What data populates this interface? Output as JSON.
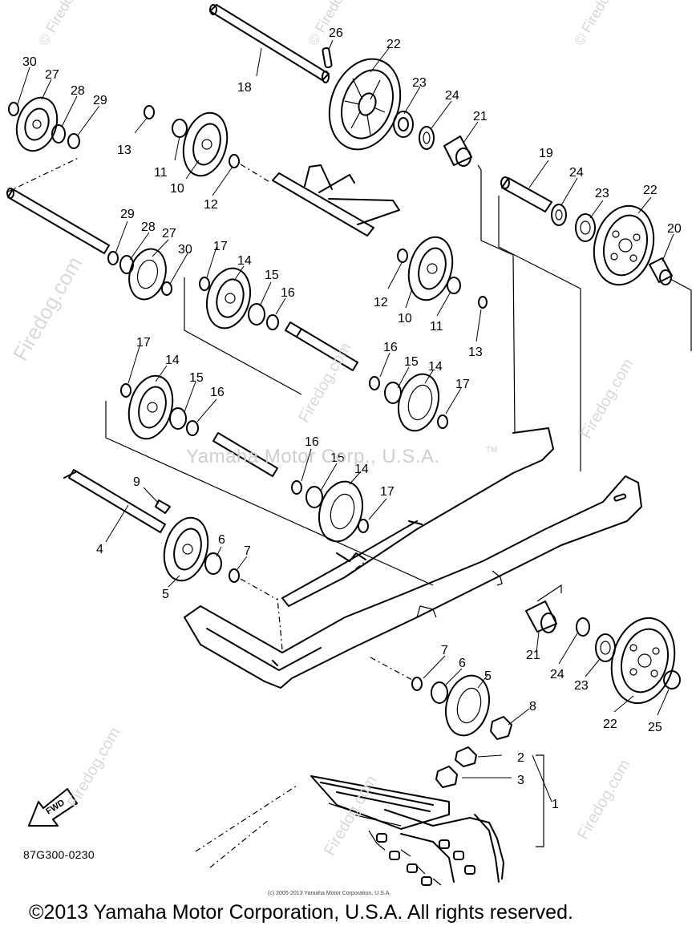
{
  "watermarks": {
    "center": "Yamaha Motor Corp., U.S.A.",
    "tm": "TM",
    "site": "Firedog.com",
    "corner": "© Firedog.com"
  },
  "diagram": {
    "part_code": "87G300-0230",
    "fwd_label": "FWD",
    "fine_print": "(c) 2005-2013 Yamaha Motor Corporation, U.S.A.",
    "labels": [
      "30",
      "27",
      "28",
      "29",
      "13",
      "11",
      "10",
      "12",
      "26",
      "18",
      "22",
      "23",
      "24",
      "21",
      "19",
      "24",
      "23",
      "22",
      "20",
      "29",
      "28",
      "27",
      "30",
      "17",
      "14",
      "15",
      "16",
      "12",
      "10",
      "11",
      "13",
      "17",
      "14",
      "15",
      "16",
      "16",
      "15",
      "14",
      "17",
      "16",
      "15",
      "14",
      "17",
      "9",
      "4",
      "5",
      "6",
      "7",
      "7",
      "6",
      "5",
      "8",
      "21",
      "24",
      "23",
      "22",
      "25",
      "2",
      "3",
      "1"
    ]
  },
  "footer": {
    "copyright": "©2013 Yamaha Motor Corporation, U.S.A. All rights reserved."
  }
}
